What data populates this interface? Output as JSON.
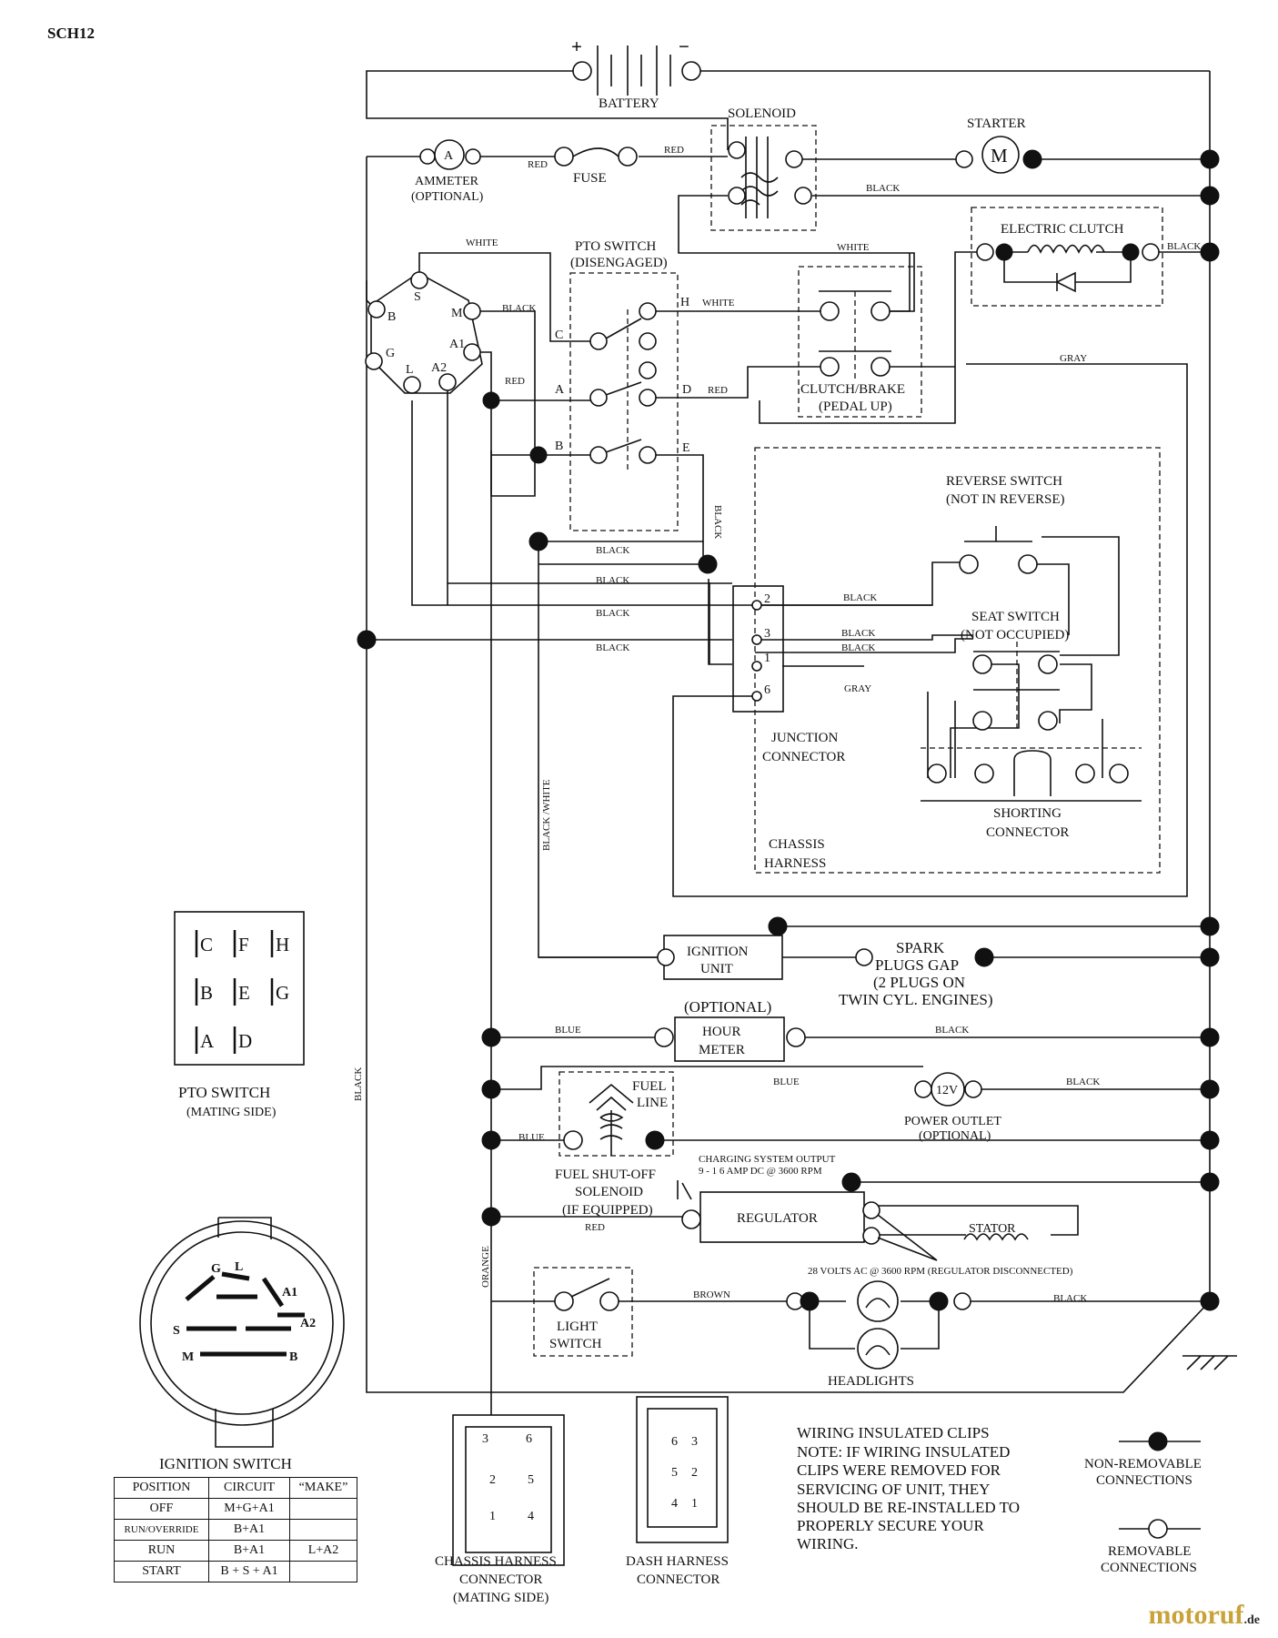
{
  "code": "SCH12",
  "battery": {
    "label": "BATTERY",
    "plus": "+",
    "minus": "−"
  },
  "solenoid": "SOLENOID",
  "starter": {
    "label": "STARTER",
    "symbol": "M"
  },
  "ammeter": {
    "label": "AMMETER",
    "sub": "(OPTIONAL)",
    "symbol": "A"
  },
  "fuse": "FUSE",
  "electric_clutch": "ELECTRIC CLUTCH",
  "pto_switch": {
    "label": "PTO SWITCH",
    "sub": "(DISENGAGED)",
    "terms": [
      "C",
      "H",
      "A",
      "D",
      "B",
      "E"
    ]
  },
  "ign_terms": [
    "B",
    "S",
    "M",
    "A1",
    "G",
    "L",
    "A2"
  ],
  "clutch_brake": {
    "label": "CLUTCH/BRAKE",
    "sub": "(PEDAL UP)"
  },
  "reverse_switch": {
    "label": "REVERSE SWITCH",
    "sub": "(NOT IN REVERSE)"
  },
  "seat_switch": {
    "label": "SEAT SWITCH",
    "sub": "(NOT OCCUPIED)"
  },
  "junction": {
    "line1": "JUNCTION",
    "line2": "CONNECTOR",
    "pins": [
      "2",
      "3",
      "1",
      "6"
    ]
  },
  "shorting": {
    "line1": "SHORTING",
    "line2": "CONNECTOR"
  },
  "chassis_harness": {
    "line1": "CHASSIS",
    "line2": "HARNESS"
  },
  "ignition_unit": {
    "line1": "IGNITION",
    "line2": "UNIT"
  },
  "spark": {
    "l1": "SPARK",
    "l2": "PLUGS GAP",
    "l3": "(2 PLUGS ON",
    "l4": "TWIN CYL. ENGINES)"
  },
  "hour_meter": {
    "opt": "(OPTIONAL)",
    "l1": "HOUR",
    "l2": "METER"
  },
  "fuel": {
    "line": "FUEL",
    "line2": "LINE",
    "sol1": "FUEL SHUT-OFF",
    "sol2": "SOLENOID",
    "sol3": "(IF EQUIPPED)"
  },
  "power_outlet": {
    "symbol": "12V",
    "l1": "POWER OUTLET",
    "l2": "(OPTIONAL)"
  },
  "charging": {
    "l1": "CHARGING SYSTEM OUTPUT",
    "l2": "9 - 1 6 AMP DC @ 3600 RPM"
  },
  "regulator": "REGULATOR",
  "stator": "STATOR",
  "volts_note": "28 VOLTS AC @ 3600 RPM (REGULATOR DISCONNECTED)",
  "light_switch": {
    "l1": "LIGHT",
    "l2": "SWITCH"
  },
  "headlights": "HEADLIGHTS",
  "wires": {
    "red": "RED",
    "black": "BLACK",
    "white": "WHITE",
    "gray": "GRAY",
    "blue": "BLUE",
    "brown": "BROWN",
    "orange": "ORANGE",
    "black_white": "BLACK /WHITE"
  },
  "pto_mating": {
    "l1": "PTO SWITCH",
    "l2": "(MATING SIDE)",
    "pins": [
      "C",
      "F",
      "H",
      "B",
      "E",
      "G",
      "A",
      "D"
    ]
  },
  "ign_switch": {
    "label": "IGNITION SWITCH",
    "face": [
      "G",
      "L",
      "A1",
      "A2",
      "S",
      "M",
      "B"
    ]
  },
  "ign_table": {
    "headers": [
      "POSITION",
      "CIRCUIT",
      "“MAKE”"
    ],
    "rows": [
      [
        "OFF",
        "M+G+A1",
        ""
      ],
      [
        "RUN/OVERRIDE",
        "B+A1",
        ""
      ],
      [
        "RUN",
        "B+A1",
        "L+A2"
      ],
      [
        "START",
        "B + S + A1",
        ""
      ]
    ]
  },
  "chassis_conn": {
    "l1": "CHASSIS HARNESS",
    "l2": "CONNECTOR",
    "l3": "(MATING SIDE)",
    "pins": [
      "3",
      "6",
      "2",
      "5",
      "1",
      "4"
    ]
  },
  "dash_conn": {
    "l1": "DASH HARNESS",
    "l2": "CONNECTOR",
    "pins": [
      "6",
      "3",
      "5",
      "2",
      "4",
      "1"
    ]
  },
  "clips_note": [
    "WIRING INSULATED CLIPS",
    "NOTE:  IF WIRING INSULATED",
    "CLIPS WERE REMOVED FOR",
    "SERVICING OF UNIT, THEY",
    "SHOULD BE RE-INSTALLED TO",
    "PROPERLY SECURE YOUR",
    "WIRING."
  ],
  "legend": {
    "nonremovable1": "NON-REMOVABLE",
    "nonremovable2": "CONNECTIONS",
    "removable1": "REMOVABLE",
    "removable2": "CONNECTIONS"
  },
  "brand": {
    "name": "motoruf",
    "tld": ".de"
  }
}
